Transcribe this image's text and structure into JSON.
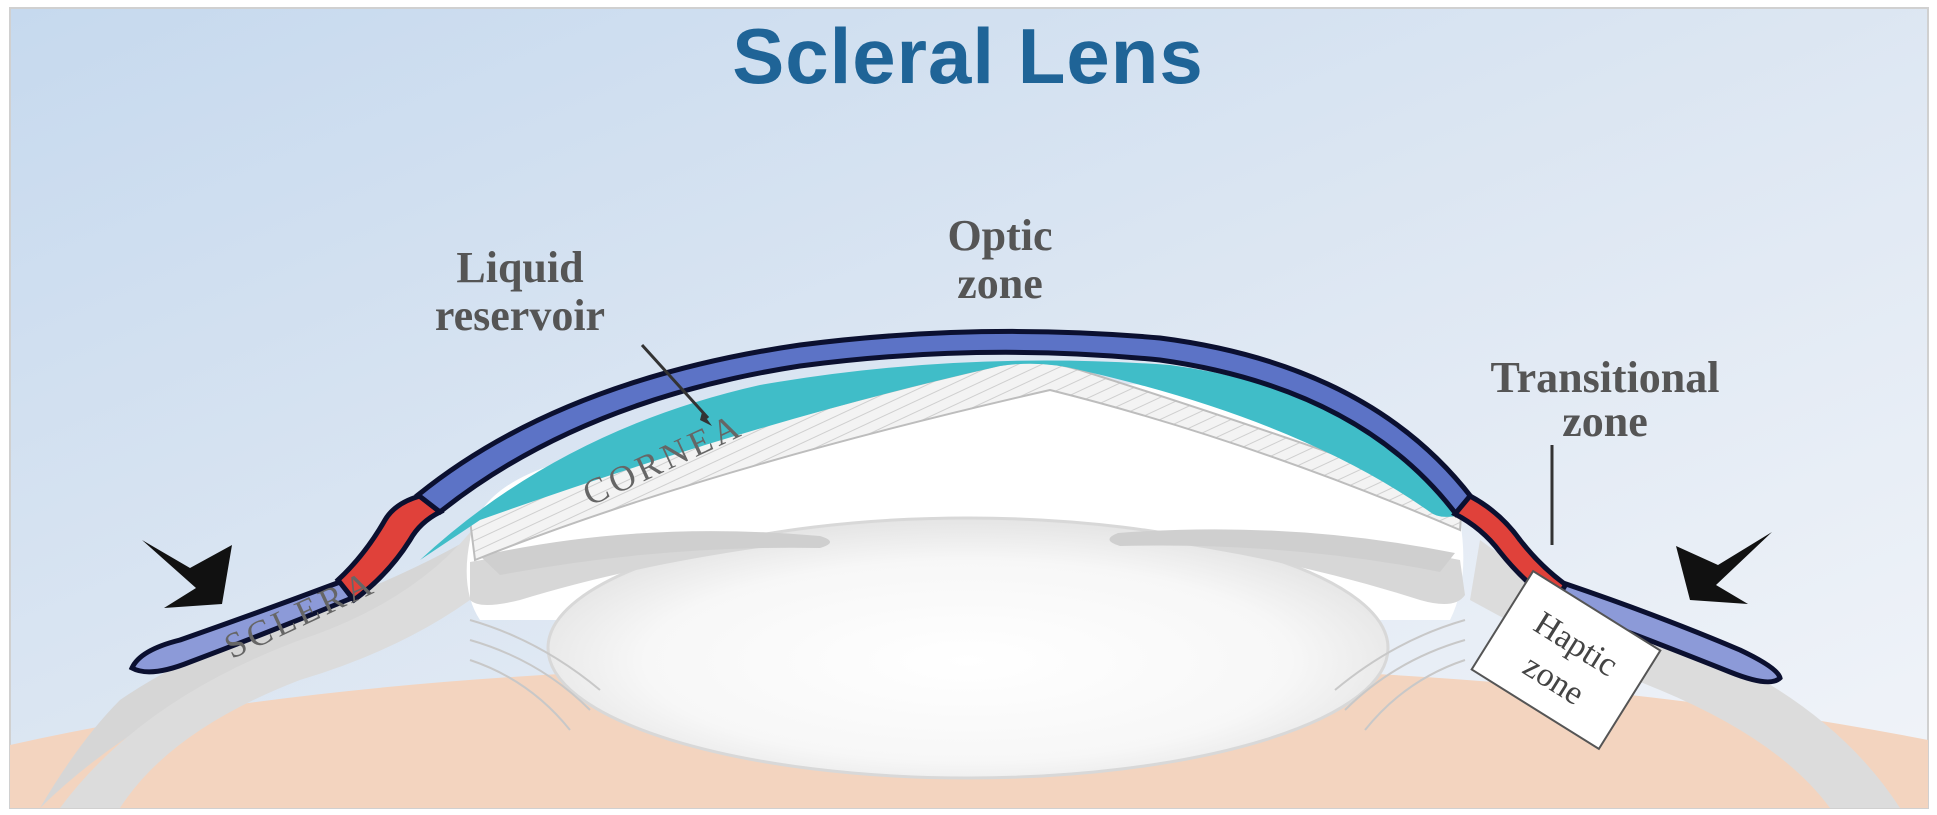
{
  "title": "Scleral Lens",
  "labels": {
    "liquid_reservoir_line1": "Liquid",
    "liquid_reservoir_line2": "reservoir",
    "optic_zone_line1": "Optic",
    "optic_zone_line2": "zone",
    "transitional_zone_line1": "Transitional",
    "transitional_zone_line2": "zone",
    "haptic_zone_line1": "Haptic",
    "haptic_zone_line2": "zone",
    "cornea": "CORNEA",
    "sclera": "SCLERA"
  },
  "colors": {
    "title": "#1f6497",
    "lens": "#5c73c6",
    "lens_outline": "#0b1030",
    "haptic": "#8c9ad8",
    "transition": "#e0413a",
    "reservoir": "#3fbcc6",
    "sclera": "#d9d9d9",
    "skin": "#f4d6c2",
    "background_top": "#c9dcef",
    "background_bottom": "#ecf1f8"
  }
}
